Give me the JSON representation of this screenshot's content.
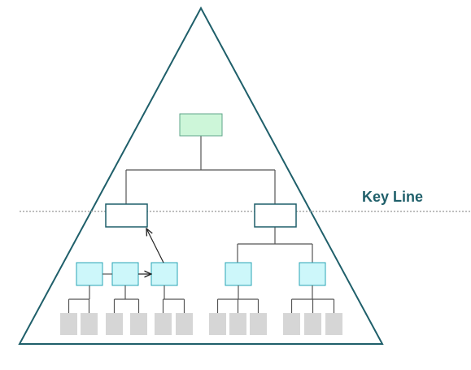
{
  "key_line": {
    "label": "Key Line"
  },
  "colors": {
    "triangle_stroke": "#1f5f6a",
    "key_line": "#a8a8a8",
    "key_line_label": "#1f5f6a",
    "top_box_fill": "#cdf6d9",
    "top_box_stroke": "#5fa58a",
    "mid_box_fill": "#ffffff",
    "mid_box_stroke": "#1f5f6a",
    "cyan_box_fill": "#cdf7fa",
    "cyan_box_stroke": "#2aa5b5",
    "leaf_fill": "#d6d6d6",
    "connector": "#555555",
    "arrow": "#222222"
  },
  "structure": {
    "top_level_boxes": 1,
    "second_level_boxes": 2,
    "third_level_boxes": 5,
    "leaf_boxes_per_group": [
      2,
      2,
      2,
      3,
      3
    ]
  }
}
